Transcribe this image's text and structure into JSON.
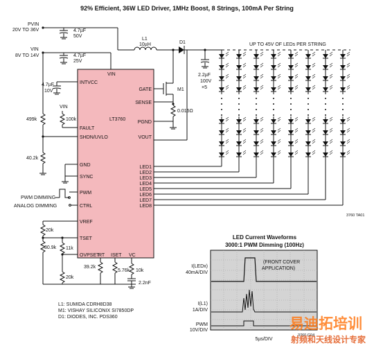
{
  "title": "92% Efficient, 36W LED Driver, 1MHz Boost, 8 Strings, 100mA Per String",
  "inputs": {
    "pvin_label": "PVIN",
    "pvin_range": "20V TO 36V",
    "vin_label": "VIN",
    "vin_range": "8V TO 14V"
  },
  "ic": {
    "name": "LT3760",
    "pins_left": [
      "INTVCC",
      "FAULT",
      "SHDN/UVLO",
      "GND",
      "SYNC",
      "PWM",
      "CTRL",
      "VREF",
      "TSET",
      "OVPSET"
    ],
    "pins_right": [
      "GATE",
      "SENSE",
      "PGND",
      "VOUT",
      "LED1",
      "LED2",
      "LED3",
      "LED4",
      "LED5",
      "LED6",
      "LED7",
      "LED8"
    ],
    "pins_top": [
      "VIN"
    ],
    "pins_bottom": [
      "RT",
      "ISET",
      "VC"
    ]
  },
  "components": {
    "cap_pvin": [
      "4.7µF",
      "50V"
    ],
    "cap_vin": [
      "4.7µF",
      "25V"
    ],
    "cap_intvcc": [
      "4.7µF",
      "10V"
    ],
    "inductor": [
      "L1",
      "10µH"
    ],
    "diode": "D1",
    "mosfet": "M1",
    "r_sense": "0.015Ω",
    "cap_out": [
      "2.2µF",
      "100V",
      "×5"
    ],
    "r_fault_vin": "VIN",
    "r_499k": "499k",
    "r_100k": "100k",
    "r_40k2": "40.2k",
    "r_20k_top": "20k",
    "r_30k9": "30.9k",
    "r_11k": "11k",
    "r_20k_bot": "20k",
    "r_39k2": "39.2k",
    "r_5k76": "5.76k",
    "r_10k": "10k",
    "cap_2n2": "2.2nF"
  },
  "labels": {
    "leds_per_string": "UP TO 45V OF LEDs PER STRING",
    "pwm_dimming": "PWM DIMMING",
    "analog_dimming": "ANALOG DIMMING",
    "fig_code1": "3760 TA01",
    "fig_code2": "3760 G04"
  },
  "notes": [
    "L1: SUMIDA CDRH8D38",
    "M1: VISHAY SILICONIX SI7850DP",
    "D1: DIODES, INC. PDS360"
  ],
  "waveform": {
    "title": "LED Current Waveforms",
    "subtitle": "3000:1 PWM Dimming (100Hz)",
    "channels": [
      {
        "name": "I(LEDx)",
        "scale": "40mA/DIV"
      },
      {
        "name": "I(L1)",
        "scale": "1A/DIV"
      },
      {
        "name": "PWM",
        "scale": "10V/DIV"
      }
    ],
    "time_scale": "5µs/DIV",
    "annotation": [
      "(FRONT COVER",
      "APPLICATION)"
    ]
  },
  "watermark": {
    "line1": "易迪拓培训",
    "line2": "射频和天线设计专家"
  },
  "colors": {
    "chip_fill": "#f4b9bd",
    "scope_bg": "#d4d4d4",
    "watermark": "#ff7a18"
  }
}
